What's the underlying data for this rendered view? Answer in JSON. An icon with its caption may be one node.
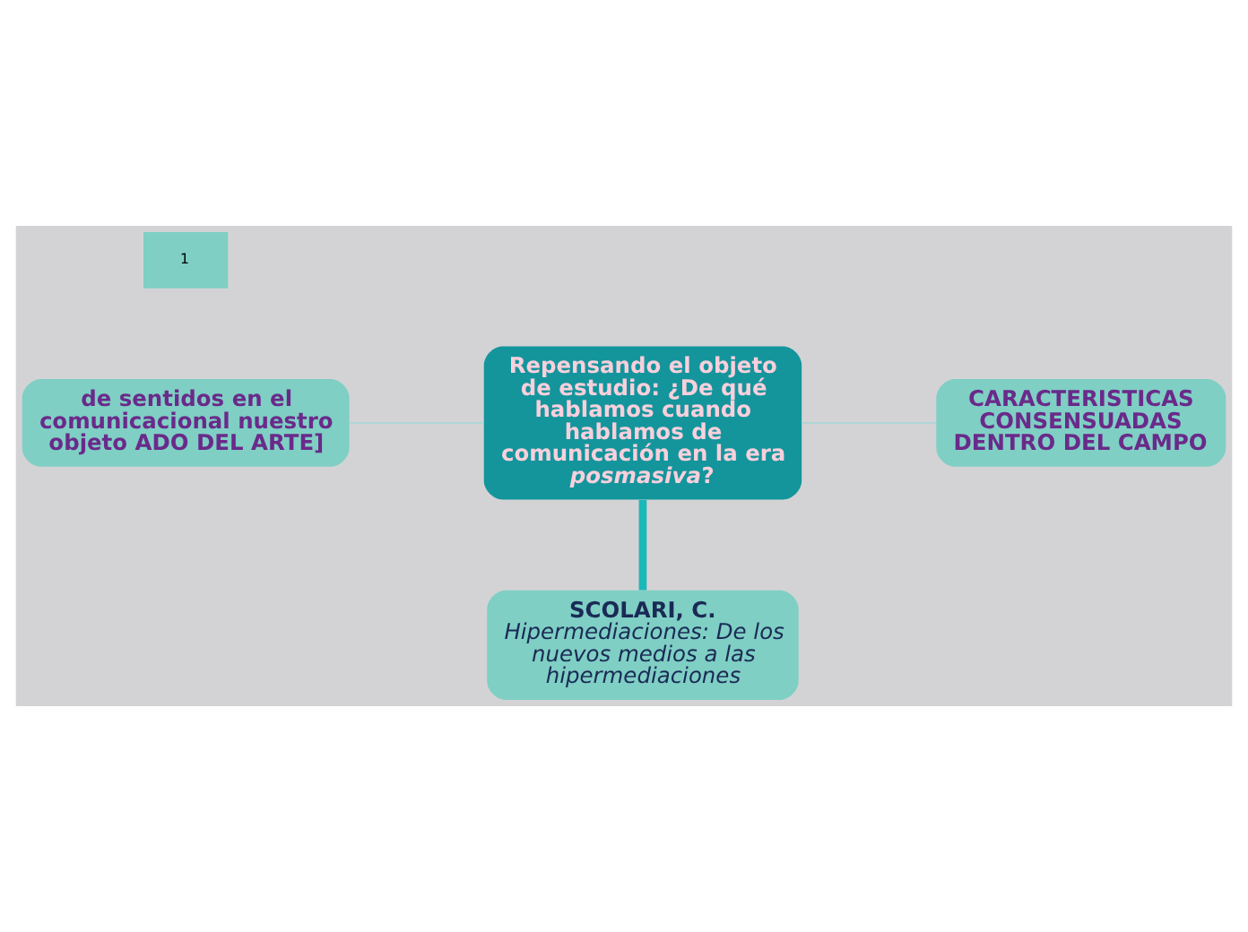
{
  "diagram": {
    "nodes": [
      {
        "text": [
          "SCOLARI, C.",
          "Hipermediaciones: De los nuevos medios a las hipermediaciones"
        ]
      },
      {
        "text": [
          "de sentidos en el comunicacional nuestro objeto ADO DEL ARTE]"
        ]
      },
      {
        "text": [
          "Repensando el objeto de estudio: ¿De qué hablamos cuando hablamos de comunicación en la era *posmasiva*?"
        ]
      },
      {
        "text": [
          "CARACTERISTICAS CONSENSUADAS DENTRO DEL CAMPO"
        ]
      }
    ],
    "edges": [
      {
        "from": 2,
        "to": 0,
        "arrow": "none",
        "style": "thick",
        "color": "#1ab8b8"
      },
      {
        "from": 2,
        "to": 1,
        "arrow": "none"
      },
      {
        "from": 2,
        "to": 3,
        "arrow": "none"
      }
    ],
    "labels": [
      "1"
    ]
  }
}
